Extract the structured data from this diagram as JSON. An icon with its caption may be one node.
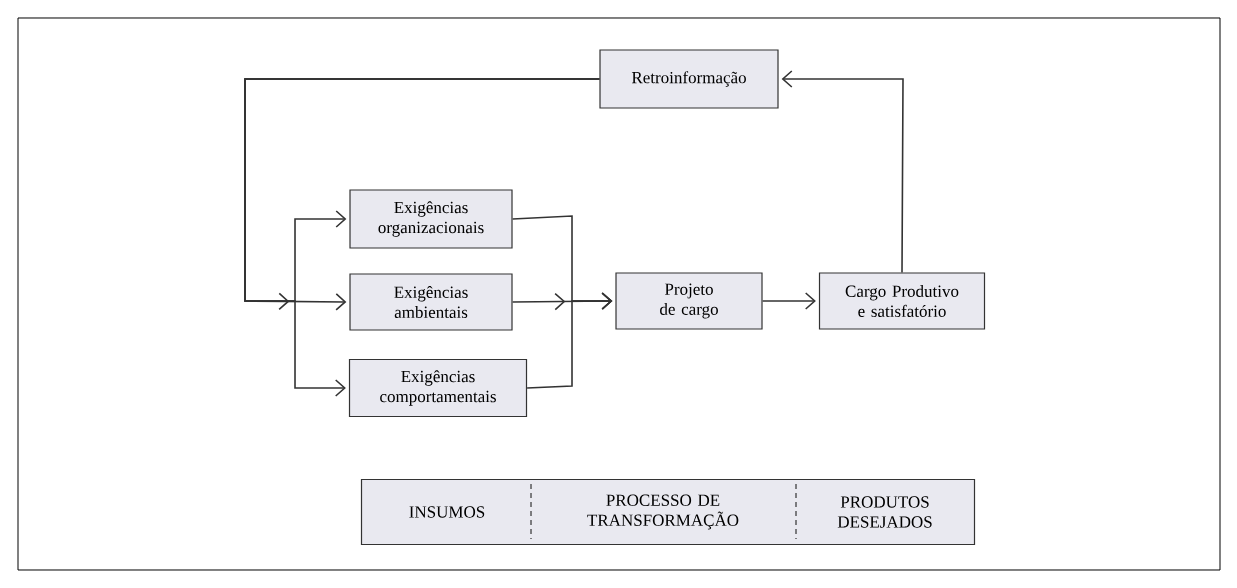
{
  "diagram": {
    "nodes": [
      {
        "text": [
          "Retroinformação"
        ]
      },
      {
        "text": [
          "Exigências organizacionais"
        ]
      },
      {
        "text": [
          "Exigências ambientais"
        ]
      },
      {
        "text": [
          "Exigências comportamentais"
        ]
      },
      {
        "text": [
          "Projeto de cargo"
        ]
      },
      {
        "text": [
          "Cargo Produtivo e satisfatório"
        ]
      },
      {
        "text": [
          "INSUMOS",
          "PROCESSO DE TRANSFORMAÇÃO",
          "PRODUTOS DESEJADOS"
        ]
      }
    ],
    "edges": [
      {
        "from": 0,
        "to": 1,
        "arrow": "to"
      },
      {
        "from": 0,
        "to": 2,
        "arrow": "to"
      },
      {
        "from": 0,
        "to": 3,
        "arrow": "to"
      },
      {
        "from": 1,
        "to": 4,
        "arrow": "to"
      },
      {
        "from": 2,
        "to": 4,
        "arrow": "to"
      },
      {
        "from": 3,
        "to": 4,
        "arrow": "to"
      },
      {
        "from": 4,
        "to": 5,
        "arrow": "to"
      },
      {
        "from": 5,
        "to": 0,
        "arrow": "to"
      }
    ]
  }
}
